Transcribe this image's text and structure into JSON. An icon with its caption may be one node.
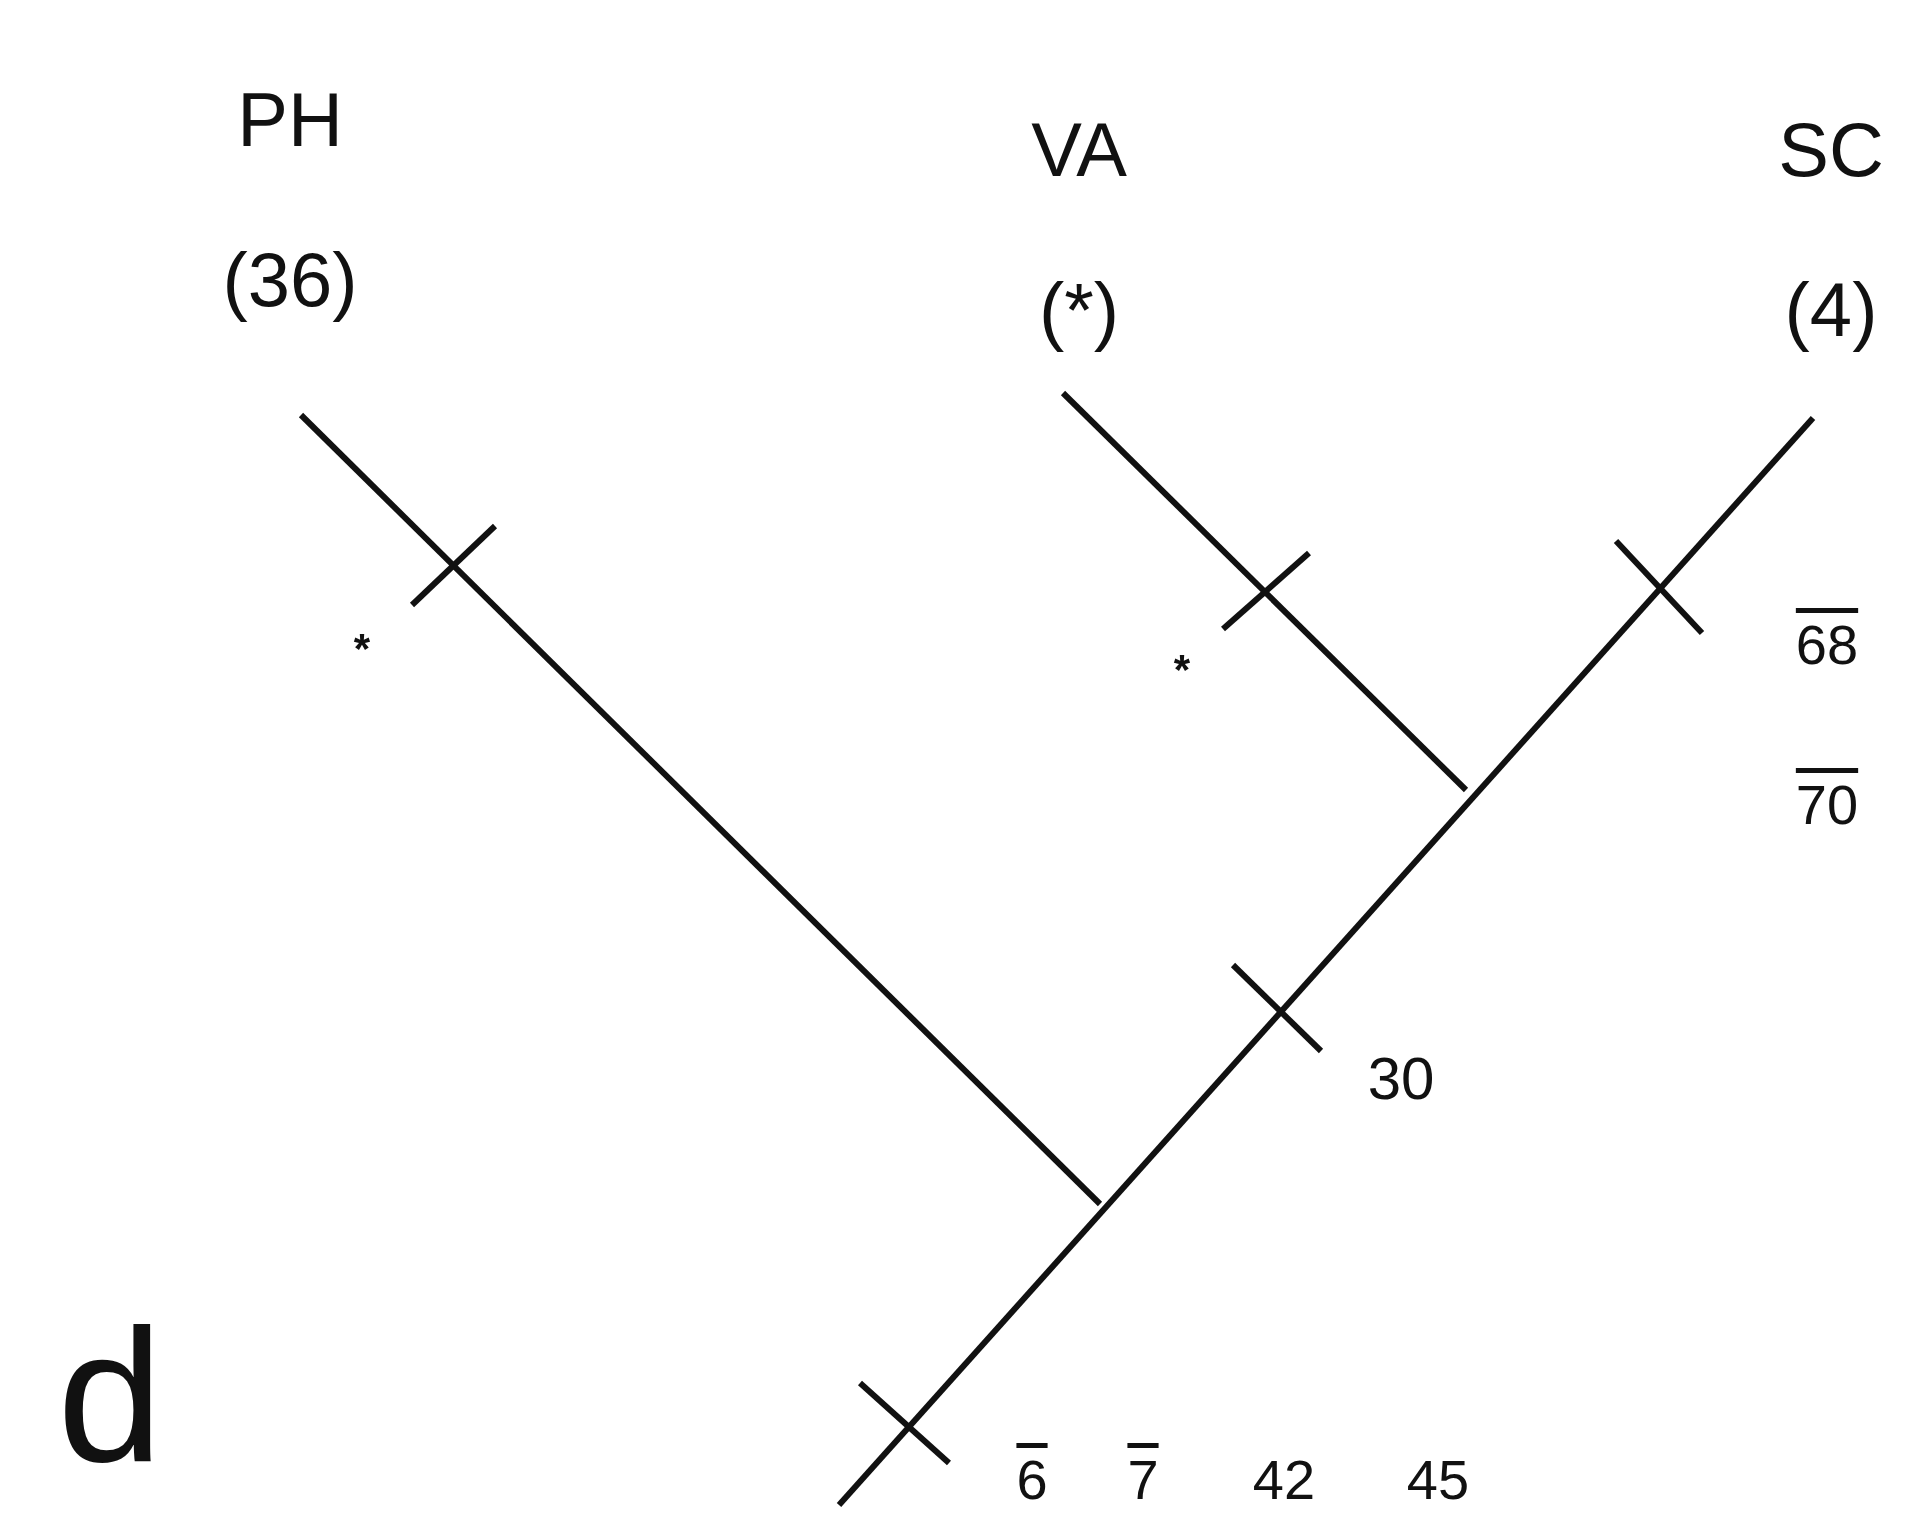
{
  "diagram": {
    "nodes": [
      {
        "text": [
          "PH",
          "(36)"
        ]
      },
      {
        "text": [
          "VA",
          "(*)"
        ]
      },
      {
        "text": [
          "SC",
          "(4)"
        ]
      }
    ],
    "labels": [
      "*",
      "*",
      "68",
      "70",
      "30",
      "6",
      "7",
      "42",
      "45",
      "d"
    ]
  }
}
